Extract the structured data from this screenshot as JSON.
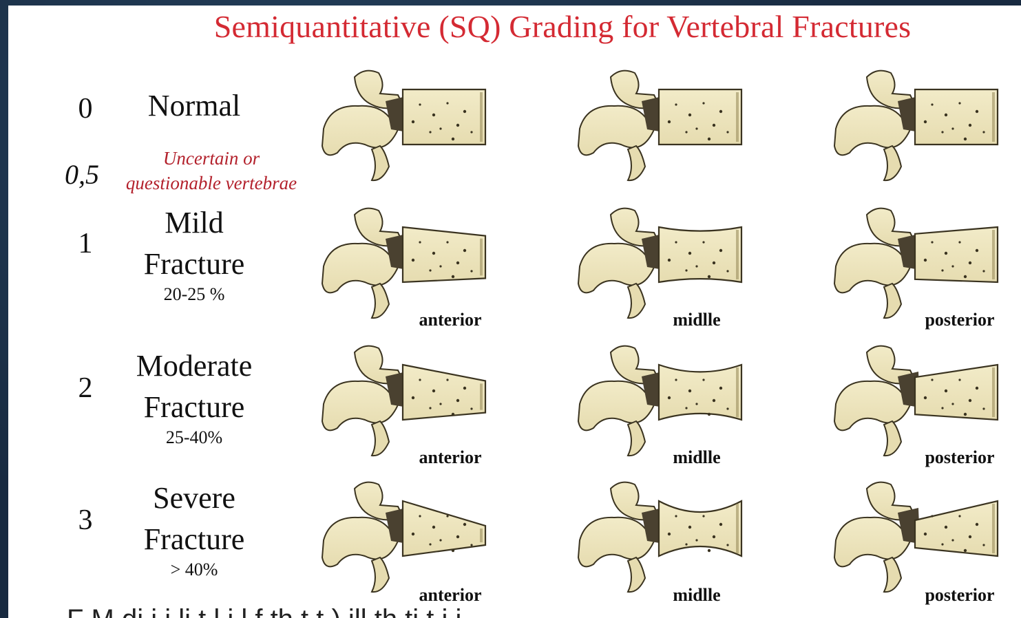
{
  "title": "Semiquantitative (SQ) Grading for Vertebral Fractures",
  "grades": [
    {
      "number": "0",
      "line1": "Normal",
      "line2": "",
      "percent": ""
    },
    {
      "number": "0,5",
      "line1": "Uncertain or",
      "line2": "questionable vertebrae",
      "percent": ""
    },
    {
      "number": "1",
      "line1": "Mild",
      "line2": "Fracture",
      "percent": "20-25 %"
    },
    {
      "number": "2",
      "line1": "Moderate",
      "line2": "Fracture",
      "percent": "25-40%"
    },
    {
      "number": "3",
      "line1": "Severe",
      "line2": "Fracture",
      "percent": "> 40%"
    }
  ],
  "column_labels": [
    "anterior",
    "midlle",
    "posterior"
  ],
  "footer_fragment": "F                M  di   i           i li t     l    i              l       f th   t        t      ) ill        th     ti  t i   i",
  "colors": {
    "title": "#d42a33",
    "uncertain_text": "#b3212c",
    "bone": "#e6dcb0",
    "bone_shadow": "#9c8f5e",
    "background": "#1b2c42"
  }
}
